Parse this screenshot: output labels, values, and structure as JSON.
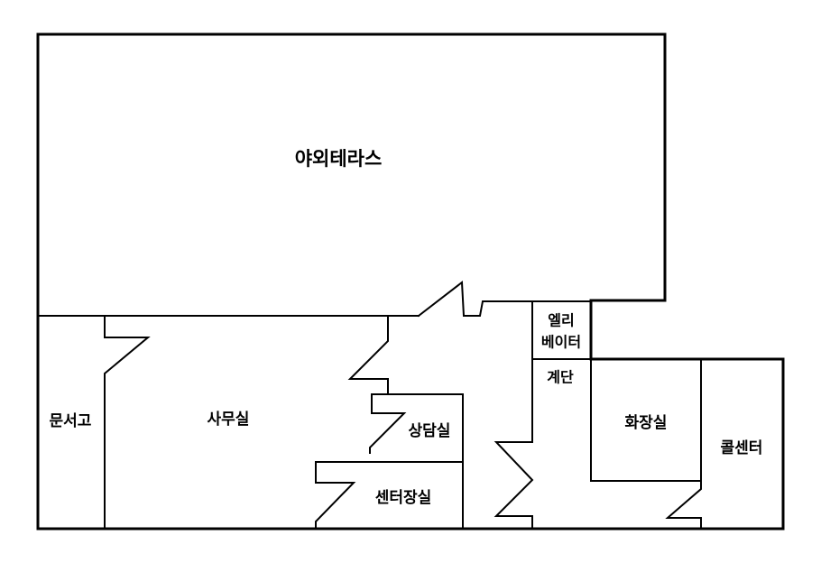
{
  "rooms": {
    "terrace": "야외테라스",
    "archive": "문서고",
    "office": "사무실",
    "consult": "상담실",
    "center": "센터장실",
    "elevator_line1": "엘리",
    "elevator_line2": "베이터",
    "stairs": "계단",
    "restroom": "화장실",
    "callcenter": "콜센터"
  },
  "colors": {
    "wall": "#000000",
    "background": "#ffffff"
  }
}
